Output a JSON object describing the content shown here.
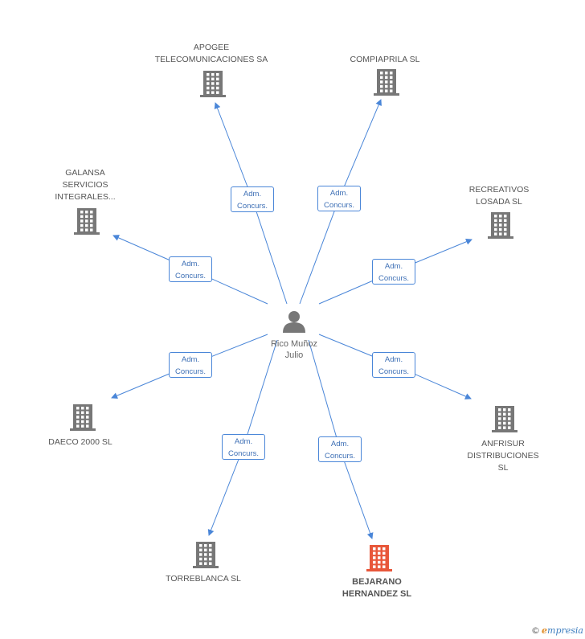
{
  "center": {
    "name": "Rico Muñoz\nJulio",
    "icon": "person-icon"
  },
  "edge_label": "Adm.\nConcurs.",
  "companies": [
    {
      "id": "apogee",
      "name": "APOGEE\nTELECOMUNICACIONES SA",
      "icon": "building-icon",
      "highlight": false
    },
    {
      "id": "compiaprila",
      "name": "COMPIAPRILA SL",
      "icon": "building-icon",
      "highlight": false
    },
    {
      "id": "galansa",
      "name": "GALANSA\nSERVICIOS\nINTEGRALES...",
      "icon": "building-icon",
      "highlight": false
    },
    {
      "id": "recreativos",
      "name": "RECREATIVOS\nLOSADA SL",
      "icon": "building-icon",
      "highlight": false
    },
    {
      "id": "daeco",
      "name": "DAECO 2000 SL",
      "icon": "building-icon",
      "highlight": false
    },
    {
      "id": "anfrisur",
      "name": "ANFRISUR\nDISTRIBUCIONES SL",
      "icon": "building-icon",
      "highlight": false
    },
    {
      "id": "torreblanca",
      "name": "TORREBLANCA SL",
      "icon": "building-icon",
      "highlight": false
    },
    {
      "id": "bejarano",
      "name": "BEJARANO\nHERNANDEZ SL",
      "icon": "building-icon",
      "highlight": true
    }
  ],
  "colors": {
    "edge": "#4a86d8",
    "building": "#777777",
    "building_highlight": "#e8573a",
    "person": "#777777"
  },
  "credit": {
    "copyright": "©",
    "brand_initial": "e",
    "brand_rest": "mpresia"
  }
}
